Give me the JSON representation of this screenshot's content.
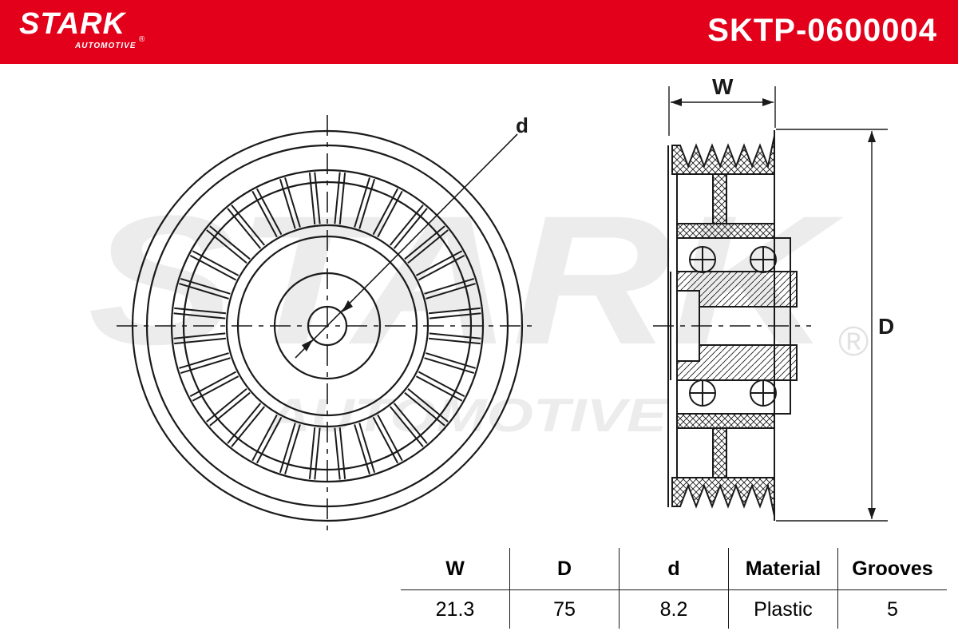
{
  "brand": {
    "name": "STARK",
    "sub": "AUTOMOTIVE",
    "reg": "®"
  },
  "part_number": "SKTP-0600004",
  "watermark": {
    "main": "STARK",
    "sub": "AUTOMOTIVE",
    "reg": "®"
  },
  "diagram": {
    "labels": {
      "d": "d",
      "W": "W",
      "D": "D"
    }
  },
  "table": {
    "headers": [
      "W",
      "D",
      "d",
      "Material",
      "Grooves"
    ],
    "values": [
      "21.3",
      "75",
      "8.2",
      "Plastic",
      "5"
    ]
  },
  "colors": {
    "brand_red": "#e2001a",
    "line": "#1a1a1a",
    "watermark": "#ececec"
  }
}
